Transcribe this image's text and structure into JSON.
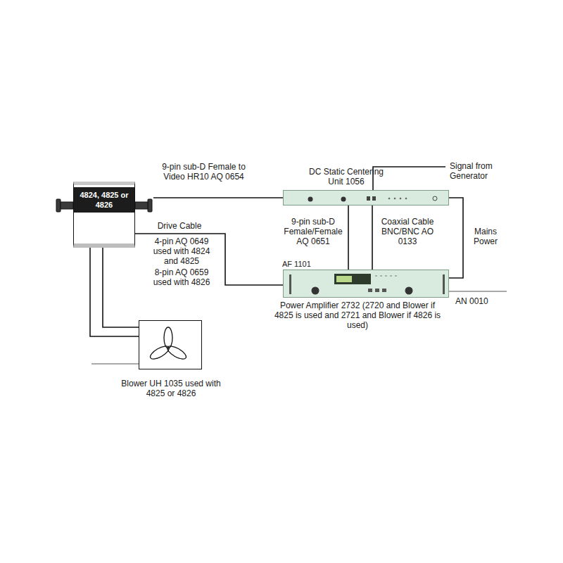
{
  "diagram": {
    "nodes": [
      {
        "text": [
          "4824, 4825 or 4826"
        ]
      },
      {
        "text": [
          "DC Static Centering Unit 1056"
        ]
      },
      {
        "text": [
          "AF 1101",
          "Power Amplifier 2732 (2720 and Blower if 4825 is used and 2721 and Blower if 4826 is used)"
        ]
      },
      {
        "text": [
          "Blower UH 1035 used with 4825 or 4826"
        ]
      }
    ],
    "edges": [
      {
        "from": 0,
        "to": 1,
        "arrow": "none",
        "label": "9-pin sub-D Female to Video HR10 AQ 0654"
      },
      {
        "from": 0,
        "to": 2,
        "arrow": "none",
        "label": "Drive Cable"
      },
      {
        "from": 1,
        "to": 2,
        "arrow": "none",
        "label": "9-pin sub-D Female/Female AQ 0651"
      },
      {
        "from": 1,
        "to": 2,
        "arrow": "none",
        "label": "Coaxial Cable BNC/BNC AO 0133"
      },
      {
        "from": 1,
        "to": 2,
        "arrow": "none",
        "label": "Mains Power"
      },
      {
        "from": 0,
        "to": 3,
        "arrow": "none"
      }
    ],
    "labels": [
      "Signal from Generator",
      "4-pin AQ 0649 used with 4824 and 4825",
      "8-pin AQ 0659 used with 4826",
      "AN 0010"
    ]
  }
}
